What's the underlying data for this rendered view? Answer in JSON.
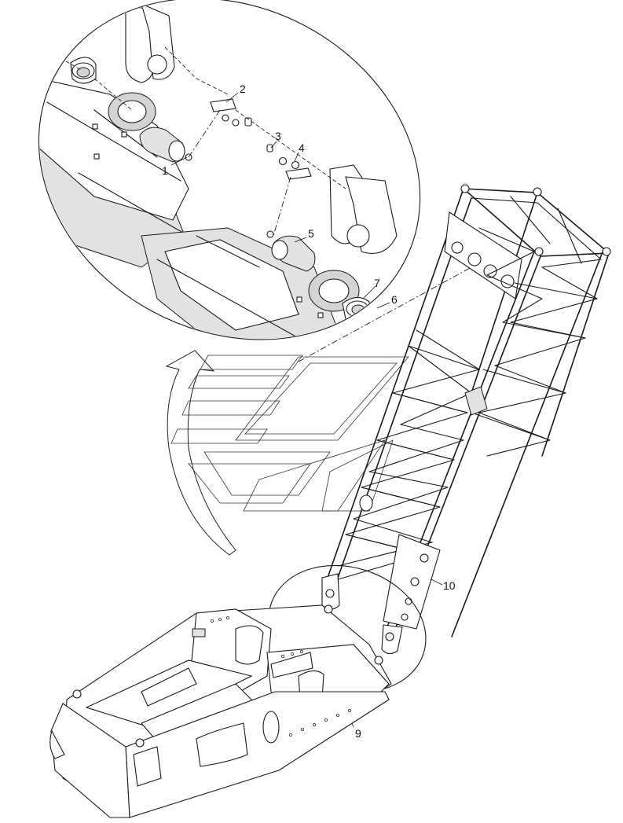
{
  "callouts": {
    "c1": "1",
    "c2": "2",
    "c3": "3",
    "c4": "4",
    "c5": "5",
    "c6": "6",
    "c7": "7",
    "c9": "9",
    "c10": "10"
  }
}
